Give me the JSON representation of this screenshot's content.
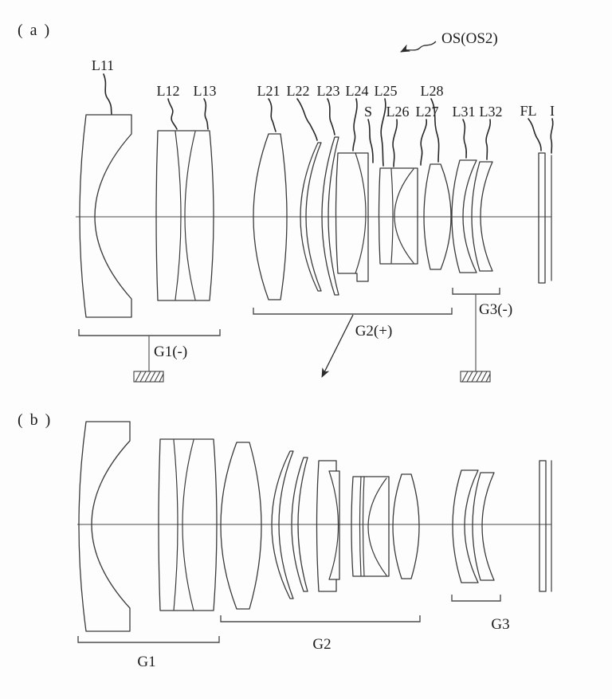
{
  "meta": {
    "figure_type": "patent zoom lens cross-section diagram",
    "colors": {
      "ink": "#2f2f2f",
      "paper": "#fdfdfd"
    }
  },
  "panel_a": {
    "tag": "( a )",
    "labels": {
      "L11": "L11",
      "L12": "L12",
      "L13": "L13",
      "L21": "L21",
      "L22": "L22",
      "L23": "L23",
      "L24": "L24",
      "L25": "L25",
      "L26": "L26",
      "L27": "L27",
      "L28": "L28",
      "S": "S",
      "L31": "L31",
      "L32": "L32",
      "FL": "FL",
      "I": "I",
      "OS": "OS(OS2)",
      "G1": "G1(-)",
      "G2": "G2(+)",
      "G3": "G3(-)"
    }
  },
  "panel_b": {
    "tag": "( b )",
    "labels": {
      "G1": "G1",
      "G2": "G2",
      "G3": "G3"
    }
  }
}
